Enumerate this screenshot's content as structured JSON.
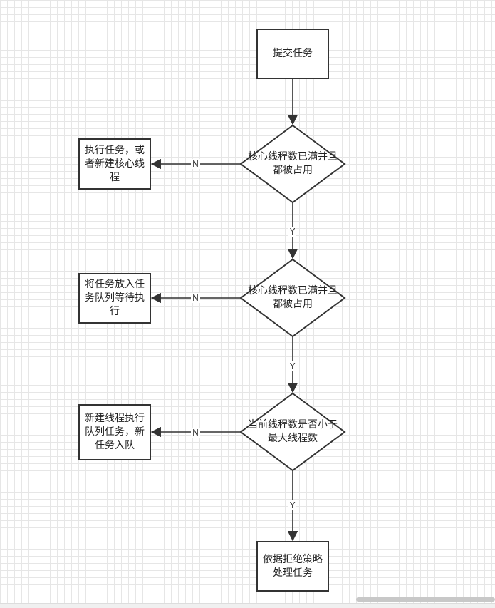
{
  "nodes": {
    "start": {
      "text": "提交任务",
      "shape": "rectangle"
    },
    "decision1": {
      "text": "核心线程数已满并且都被占用",
      "shape": "diamond"
    },
    "action1": {
      "text": "执行任务，或者新建核心线程",
      "shape": "rectangle"
    },
    "decision2": {
      "text": "核心线程数已满并且都被占用",
      "shape": "diamond"
    },
    "action2": {
      "text": "将任务放入任务队列等待执行",
      "shape": "rectangle"
    },
    "decision3": {
      "text": "当前线程数是否小于最大线程数",
      "shape": "diamond"
    },
    "action3": {
      "text": "新建线程执行队列任务，新任务入队",
      "shape": "rectangle"
    },
    "end": {
      "text": "依据拒绝策略处理任务",
      "shape": "rectangle"
    }
  },
  "edges": {
    "d1_no": "N",
    "d1_yes": "Y",
    "d2_no": "N",
    "d2_yes": "Y",
    "d3_no": "N",
    "d3_yes": "Y"
  },
  "colors": {
    "stroke": "#333333",
    "grid_minor": "#e6e6e6",
    "grid_major": "#d6d6d6",
    "background": "#ffffff"
  }
}
